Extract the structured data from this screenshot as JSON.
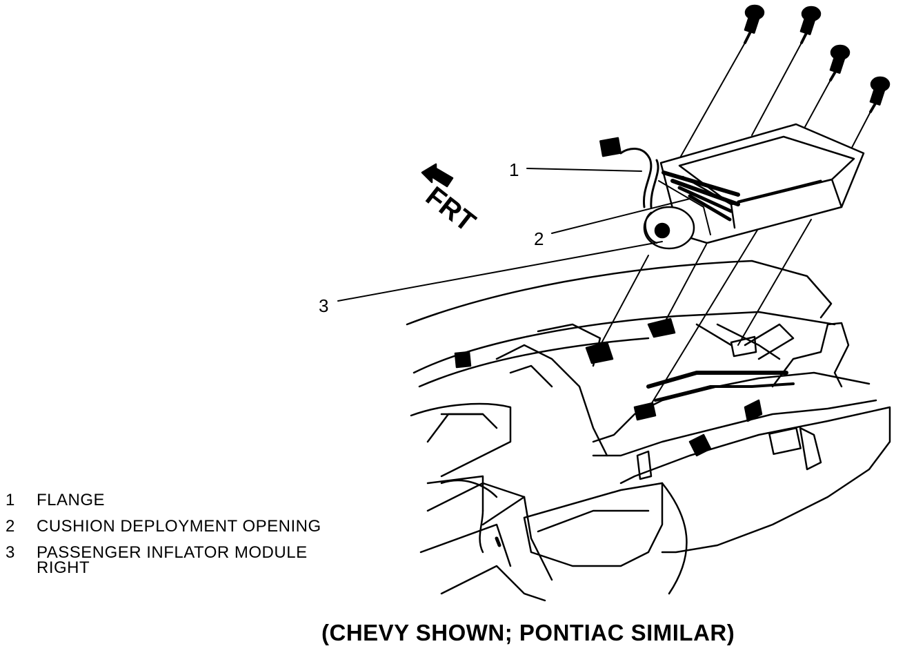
{
  "direction_label": "FRT",
  "callouts": [
    "1",
    "2",
    "3"
  ],
  "legend": [
    {
      "num": "1",
      "text": "FLANGE"
    },
    {
      "num": "2",
      "text": "CUSHION DEPLOYMENT OPENING"
    },
    {
      "num": "3",
      "text": "PASSENGER INFLATOR MODULE",
      "continuation": "RIGHT"
    }
  ],
  "caption": "(CHEVY SHOWN; PONTIAC SIMILAR)",
  "colors": {
    "line": "#000000",
    "background": "#ffffff"
  }
}
